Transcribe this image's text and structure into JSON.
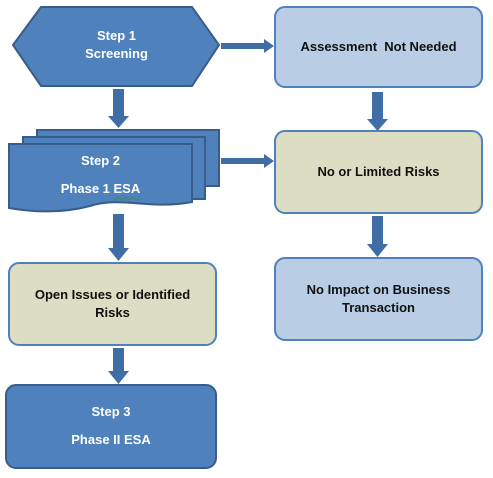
{
  "diagram": {
    "colors": {
      "blue_fill": "#4F81BD",
      "blue_stroke": "#385D8A",
      "light_blue_fill": "#B9CDE5",
      "tan_fill": "#DDDDC4",
      "arrow": "#3F6EA6"
    },
    "nodes": {
      "screening": {
        "line1": "Step 1",
        "line2": "Screening",
        "shape": "hexagon"
      },
      "assessment_not_needed": {
        "text": "Assessment  Not Needed",
        "shape": "rounded-rectangle"
      },
      "phase1": {
        "line1": "Step 2",
        "line2_prefix": "Phase 1 ",
        "line2_underlined": "ESA",
        "shape": "multi-document"
      },
      "no_limited_risks": {
        "text": "No or Limited Risks",
        "shape": "rounded-rectangle"
      },
      "open_issues": {
        "text": "Open Issues or Identified Risks",
        "shape": "rounded-rectangle"
      },
      "no_impact": {
        "text": "No Impact on Business Transaction",
        "shape": "rounded-rectangle"
      },
      "phase2": {
        "line1": "Step 3",
        "line2": "Phase II ESA",
        "shape": "rounded-rectangle"
      }
    },
    "edges": [
      {
        "from": "Step 1 Screening",
        "to": "Assessment Not Needed"
      },
      {
        "from": "Step 1 Screening",
        "to": "Step 2 Phase 1 ESA"
      },
      {
        "from": "Assessment Not Needed",
        "to": "No or Limited Risks"
      },
      {
        "from": "Step 2 Phase 1 ESA",
        "to": "No or Limited Risks"
      },
      {
        "from": "Step 2 Phase 1 ESA",
        "to": "Open Issues or Identified Risks"
      },
      {
        "from": "No or Limited Risks",
        "to": "No Impact on Business Transaction"
      },
      {
        "from": "Open Issues or Identified Risks",
        "to": "Step 3 Phase II ESA"
      }
    ]
  }
}
